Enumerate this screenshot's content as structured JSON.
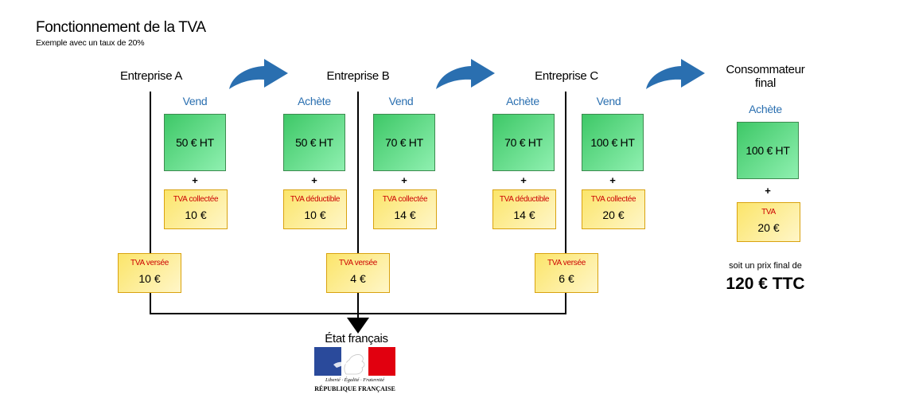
{
  "header": {
    "title": "Fonctionnement de la TVA",
    "subtitle": "Exemple avec un taux de 20%"
  },
  "entities": {
    "a": "Entreprise A",
    "b": "Entreprise B",
    "c": "Entreprise C",
    "consumer_line1": "Consommateur",
    "consumer_line2": "final"
  },
  "roles": {
    "sell": "Vend",
    "buy": "Achète"
  },
  "plus": "+",
  "columns": {
    "a_sell": {
      "ht": "50 € HT",
      "tva_label": "TVA collectée",
      "tva": "10 €"
    },
    "b_buy": {
      "ht": "50 € HT",
      "tva_label": "TVA déductible",
      "tva": "10 €"
    },
    "b_sell": {
      "ht": "70 € HT",
      "tva_label": "TVA collectée",
      "tva": "14 €"
    },
    "c_buy": {
      "ht": "70 € HT",
      "tva_label": "TVA déductible",
      "tva": "14 €"
    },
    "c_sell": {
      "ht": "100 € HT",
      "tva_label": "TVA collectée",
      "tva": "20 €"
    },
    "consumer_buy": {
      "ht": "100 € HT",
      "tva_label": "TVA",
      "tva": "20 €"
    }
  },
  "versee": {
    "label": "TVA versée",
    "a": "10 €",
    "b": "4 €",
    "c": "6 €"
  },
  "final": {
    "note": "soit un prix final de",
    "price": "120 € TTC"
  },
  "state": {
    "label": "État français",
    "motto": "Liberté · Égalité · Fraternité",
    "name": "RÉPUBLIQUE FRANÇAISE"
  },
  "colors": {
    "arrow_blue": "#2a6fb0",
    "ht_green": "#3ec867",
    "tva_yellow": "#fbe56a",
    "tva_label_red": "#cc0000",
    "flag_blue": "#2a4a9b",
    "flag_red": "#e1000f"
  }
}
